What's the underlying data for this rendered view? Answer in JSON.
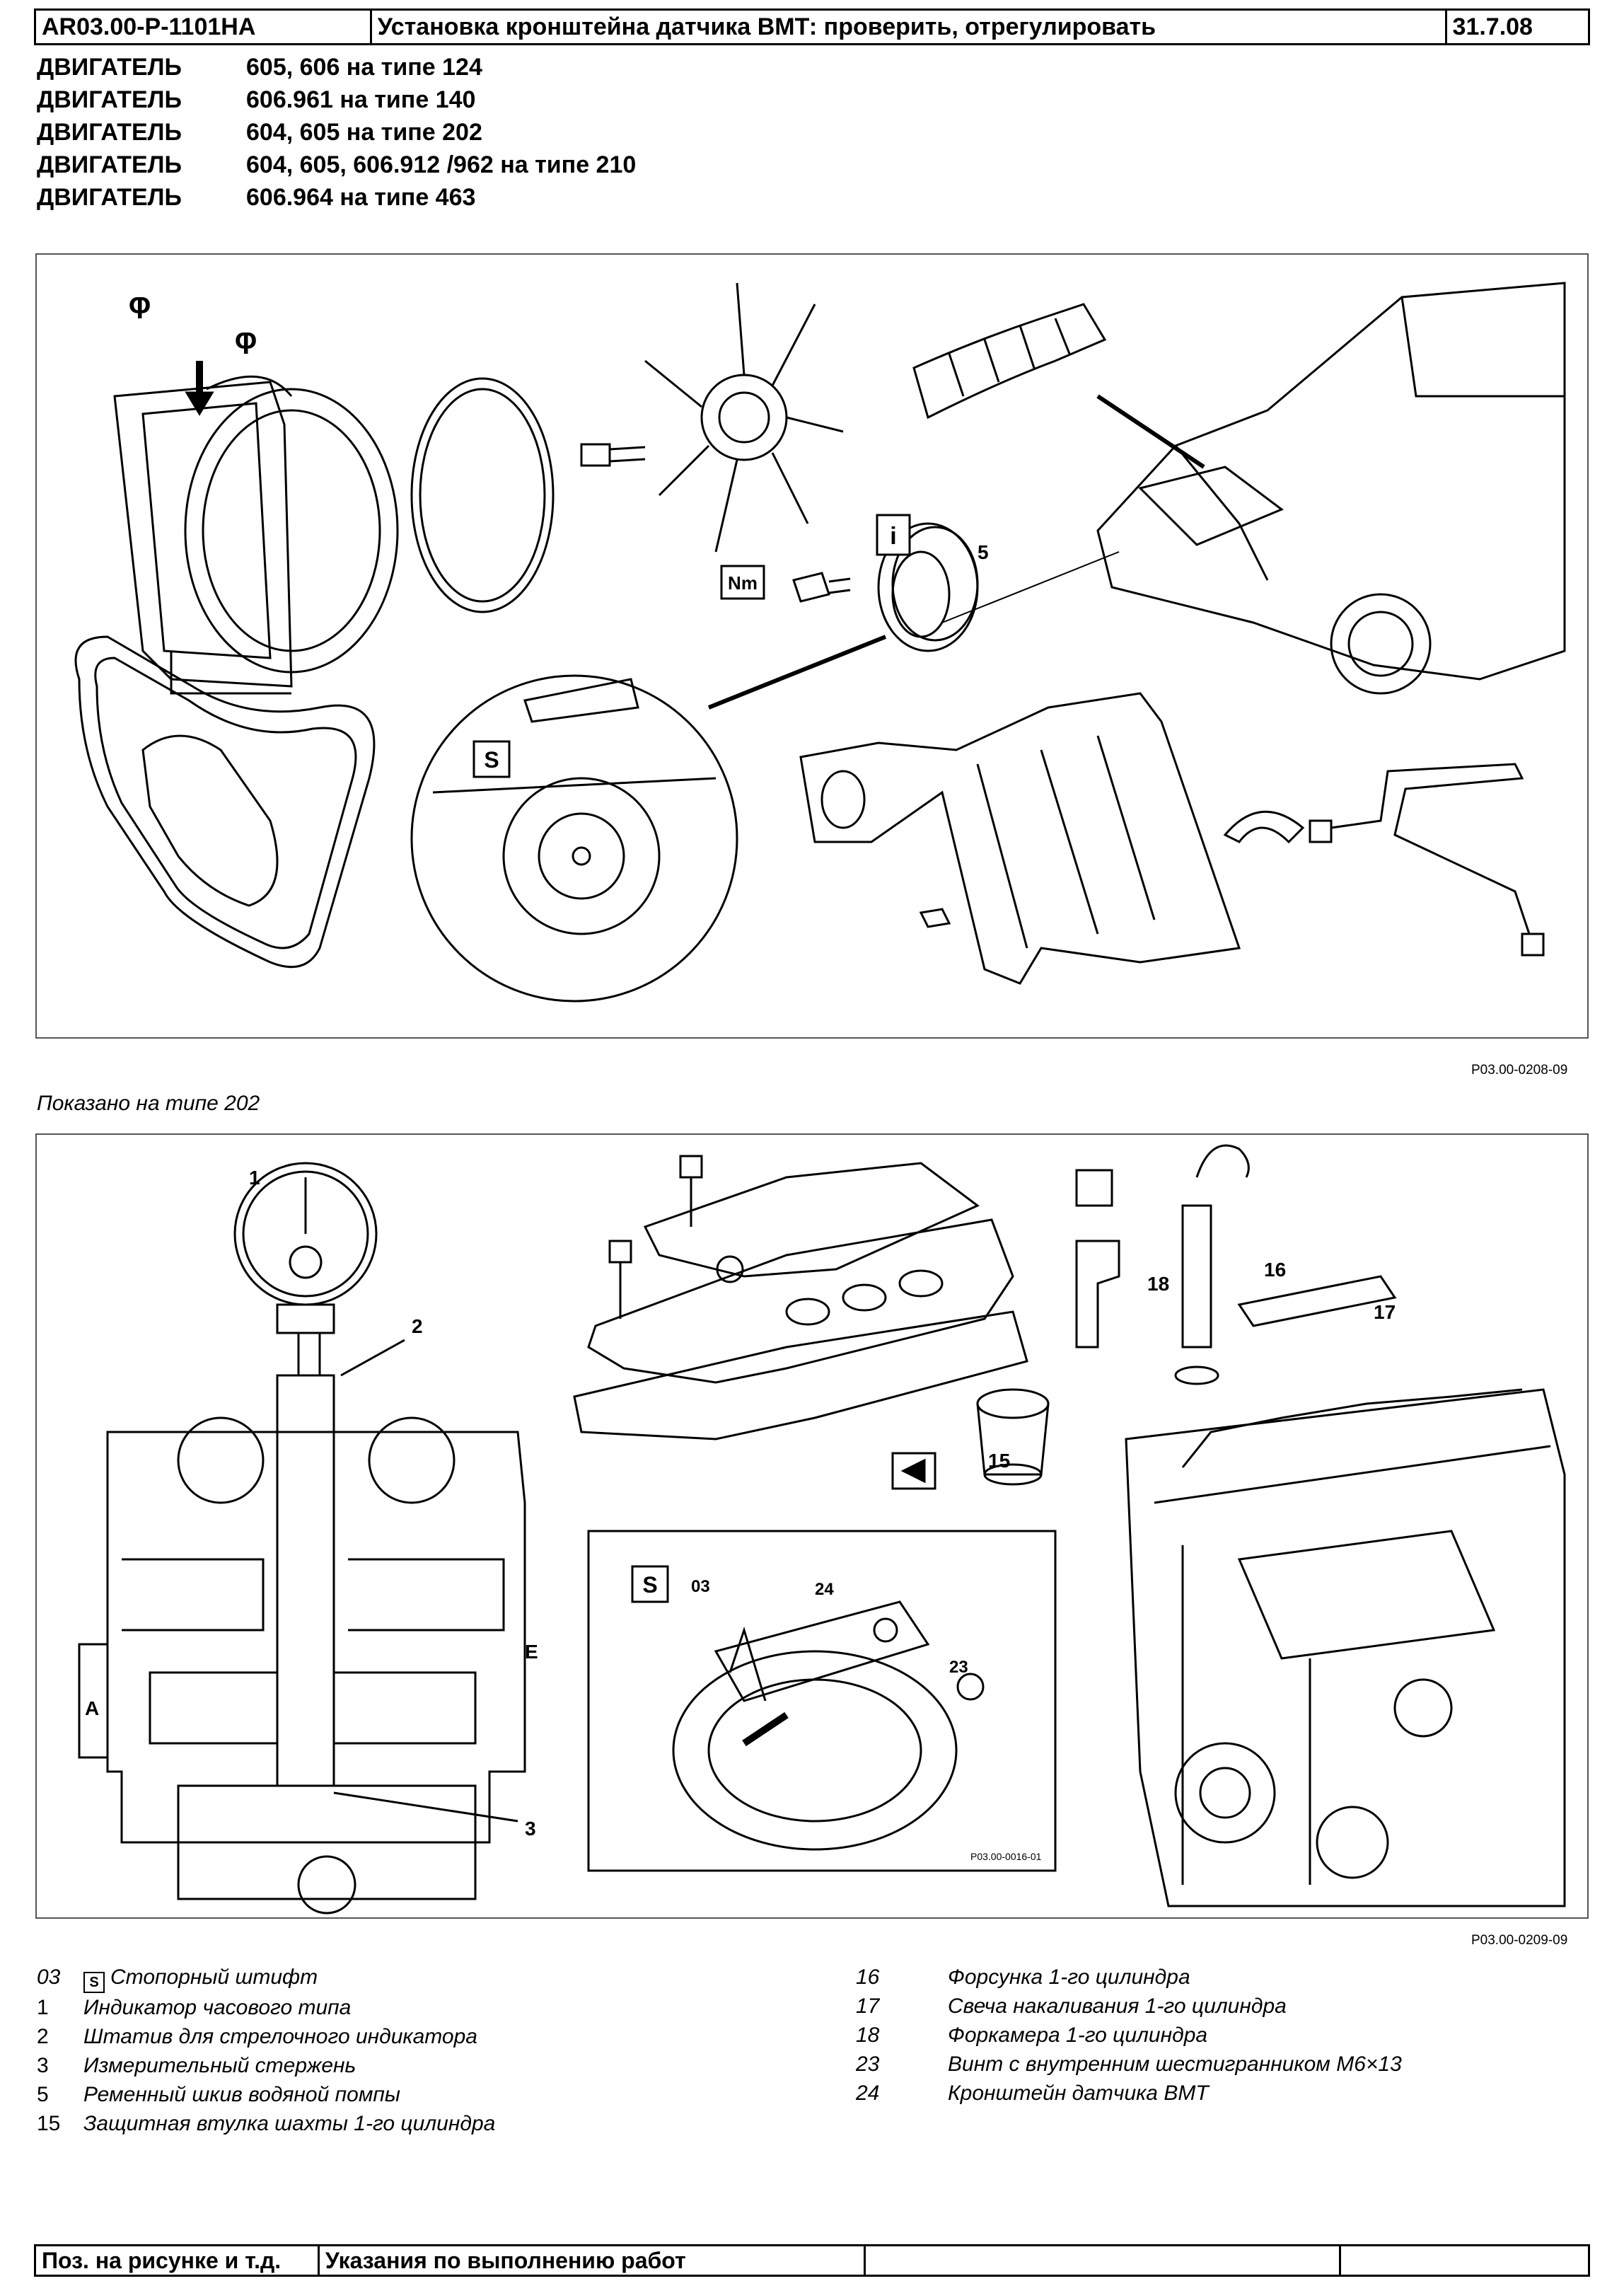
{
  "header": {
    "doc_number": "AR03.00-P-1101HA",
    "title": "Установка кронштейна датчика ВМТ: проверить, отрегулировать",
    "date": "31.7.08"
  },
  "engines": [
    {
      "label": "ДВИГАТЕЛЬ",
      "value": "605, 606 на типе 124"
    },
    {
      "label": "ДВИГАТЕЛЬ",
      "value": "606.961 на типе 140"
    },
    {
      "label": "ДВИГАТЕЛЬ",
      "value": "604, 605 на типе 202"
    },
    {
      "label": "ДВИГАТЕЛЬ",
      "value": "604, 605, 606.912 /962 на типе 210"
    },
    {
      "label": "ДВИГАТЕЛЬ",
      "value": "606.964 на типе 463"
    }
  ],
  "figure1": {
    "id": "P03.00-0208-09",
    "callouts": {
      "c5": "5",
      "info": "i",
      "nm": "Nm",
      "tool": "S"
    }
  },
  "caption": "Показано на типе 202",
  "figure2": {
    "id": "P03.00-0209-09",
    "inset_id": "P03.00-0016-01",
    "callouts": {
      "c1": "1",
      "c2": "2",
      "c3": "3",
      "cA": "A",
      "cE": "E",
      "c15": "15",
      "c16": "16",
      "c17": "17",
      "c18": "18",
      "c03": "03",
      "c24": "24",
      "c23": "23",
      "tool": "S"
    }
  },
  "legend_left": [
    {
      "num": "03",
      "text": "Стопорный штифт",
      "tool": true
    },
    {
      "num": "1",
      "text": "Индикатор часового типа"
    },
    {
      "num": "2",
      "text": "Штатив для стрелочного индикатора"
    },
    {
      "num": "3",
      "text": "Измерительный стержень"
    },
    {
      "num": "5",
      "text": "Ременный шкив водяной помпы"
    },
    {
      "num": "15",
      "text": "Защитная втулка шахты 1-го цилиндра"
    }
  ],
  "legend_right": [
    {
      "num": "16",
      "text": "Форсунка 1-го цилиндра"
    },
    {
      "num": "17",
      "text": "Свеча накаливания 1-го цилиндра"
    },
    {
      "num": "18",
      "text": "Форкамера 1-го цилиндра"
    },
    {
      "num": "23",
      "text": "Винт с внутренним шестигранником М6×13"
    },
    {
      "num": "24",
      "text": "Кронштейн датчика ВМТ"
    }
  ],
  "footer": {
    "col1": "Поз. на рисунке и т.д.",
    "col2": "Указания по выполнению работ"
  }
}
